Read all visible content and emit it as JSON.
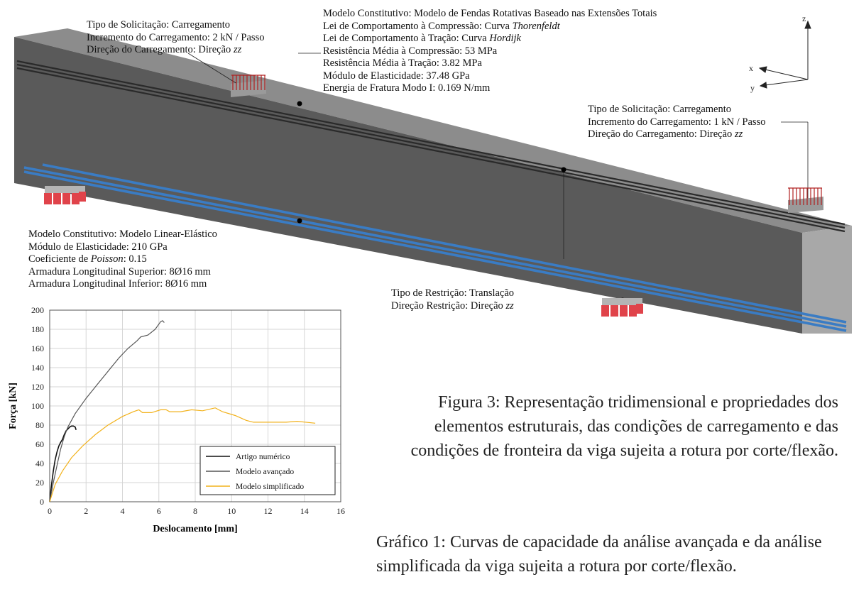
{
  "figure": {
    "axes_labels": {
      "x": "x",
      "y": "y",
      "z": "z"
    },
    "load_left": {
      "lines": [
        "Tipo de Solicitação: Carregamento",
        "Incremento do Carregamento: 2 kN / Passo"
      ],
      "direction_prefix": "Direção do Carregamento: Direção ",
      "direction_value": "zz"
    },
    "concrete": {
      "line1": "Modelo Constitutivo: Modelo de Fendas Rotativas Baseado nas Extensões Totais",
      "compression_prefix": "Lei de Comportamento à Compressão: Curva ",
      "compression_value": "Thorenfeldt",
      "tension_prefix": "Lei de Comportamento à Tração: Curva ",
      "tension_value": "Hordijk",
      "lines_rest": [
        "Resistência Média à Compressão: 53 MPa",
        "Resistência Média à Tração: 3.82 MPa",
        "Módulo de Elasticidade: 37.48 GPa",
        "Energia de Fratura Modo I: 0.169 N/mm"
      ]
    },
    "load_right": {
      "lines": [
        "Tipo de Solicitação: Carregamento",
        "Incremento do Carregamento: 1 kN / Passo"
      ],
      "direction_prefix": "Direção do Carregamento: Direção ",
      "direction_value": "zz"
    },
    "steel": {
      "line1": "Modelo Constitutivo:  Modelo Linear-Elástico",
      "line2": "Módulo de Elasticidade: 210 GPa",
      "poisson_prefix": "Coeficiente de ",
      "poisson_italic": "Poisson",
      "poisson_suffix": ": 0.15",
      "line4": "Armadura Longitudinal Superior: 8Ø16 mm",
      "line5": "Armadura Longitudinal Inferior: 8Ø16 mm"
    },
    "restraint": {
      "line1": "Tipo de Restrição: Translação",
      "prefix": "Direção Restrição: Direção ",
      "value": "zz"
    },
    "colors": {
      "concrete_front": "#5a5a5a",
      "concrete_top": "#8c8c8c",
      "concrete_end": "#a8a8a8",
      "rebar": "#3a7cc4",
      "support": "#e0434a",
      "load_arrow": "#b02020"
    }
  },
  "captions": {
    "figure": "Figura 3: Representação tridimensional e propriedades dos elementos estruturais, das condições de carregamento e das condições de fronteira da viga sujeita a rotura por corte/flexão.",
    "graph": "Gráfico 1: Curvas de capacidade da análise avançada e da análise simplificada da viga sujeita a rotura por corte/flexão."
  },
  "chart_data": {
    "type": "line",
    "xlabel": "Deslocamento [mm]",
    "ylabel": "Força [kN]",
    "xlim": [
      0,
      16
    ],
    "ylim": [
      0,
      200
    ],
    "xticks": [
      0,
      2,
      4,
      6,
      8,
      10,
      12,
      14,
      16
    ],
    "yticks": [
      0,
      20,
      40,
      60,
      80,
      100,
      120,
      140,
      160,
      180,
      200
    ],
    "grid": true,
    "legend": "bottom-right",
    "series": [
      {
        "name": "Artigo numérico",
        "color": "#111111",
        "points": [
          [
            0,
            0
          ],
          [
            0.1,
            18
          ],
          [
            0.2,
            32
          ],
          [
            0.3,
            44
          ],
          [
            0.4,
            52
          ],
          [
            0.5,
            58
          ],
          [
            0.6,
            62
          ],
          [
            0.7,
            65
          ],
          [
            0.8,
            70
          ],
          [
            0.9,
            74
          ],
          [
            1.0,
            76
          ],
          [
            1.1,
            78
          ],
          [
            1.2,
            79
          ],
          [
            1.3,
            79
          ],
          [
            1.4,
            78
          ],
          [
            1.45,
            75
          ]
        ]
      },
      {
        "name": "Modelo avançado",
        "color": "#555555",
        "points": [
          [
            0,
            0
          ],
          [
            0.2,
            20
          ],
          [
            0.4,
            38
          ],
          [
            0.6,
            55
          ],
          [
            0.8,
            68
          ],
          [
            1.0,
            78
          ],
          [
            1.4,
            92
          ],
          [
            2.0,
            108
          ],
          [
            2.6,
            122
          ],
          [
            3.2,
            136
          ],
          [
            3.8,
            150
          ],
          [
            4.3,
            160
          ],
          [
            4.8,
            168
          ],
          [
            5.0,
            172
          ],
          [
            5.4,
            174
          ],
          [
            5.8,
            180
          ],
          [
            6.1,
            188
          ],
          [
            6.2,
            189
          ],
          [
            6.3,
            187
          ]
        ]
      },
      {
        "name": "Modelo simplificado",
        "color": "#f2b21c",
        "points": [
          [
            0,
            0
          ],
          [
            0.3,
            18
          ],
          [
            0.7,
            32
          ],
          [
            1.2,
            46
          ],
          [
            1.8,
            58
          ],
          [
            2.5,
            70
          ],
          [
            3.2,
            80
          ],
          [
            4.0,
            89
          ],
          [
            4.6,
            94
          ],
          [
            4.9,
            96
          ],
          [
            5.1,
            93
          ],
          [
            5.6,
            93
          ],
          [
            6.1,
            96
          ],
          [
            6.4,
            96
          ],
          [
            6.6,
            94
          ],
          [
            7.2,
            94
          ],
          [
            7.8,
            96
          ],
          [
            8.4,
            95
          ],
          [
            9.1,
            98
          ],
          [
            9.5,
            94
          ],
          [
            10.2,
            90
          ],
          [
            10.8,
            85
          ],
          [
            11.2,
            83
          ],
          [
            12.0,
            83
          ],
          [
            13.0,
            83
          ],
          [
            13.6,
            84
          ],
          [
            14.6,
            82
          ]
        ]
      }
    ]
  }
}
